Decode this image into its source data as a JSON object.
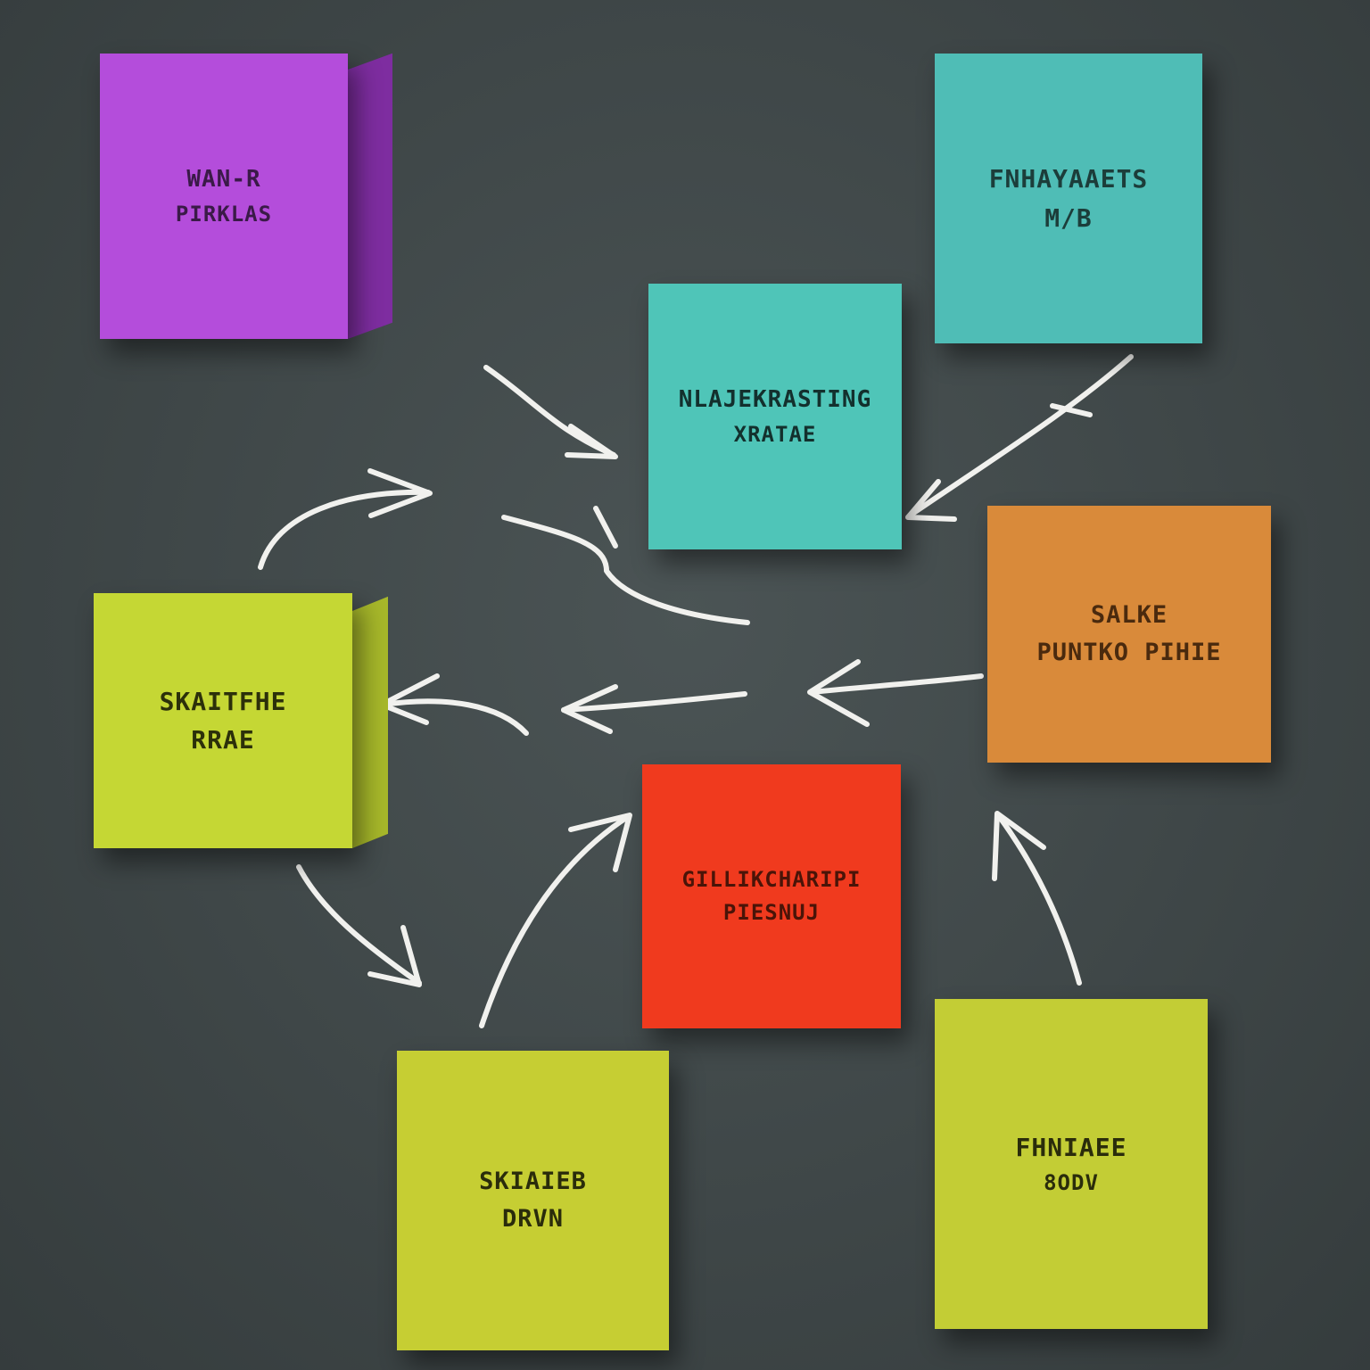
{
  "background_color": "#414949",
  "arrow_color": "#f1f1ee",
  "blocks": {
    "purple": {
      "color": "#b44ddb",
      "line1": "WAN-R",
      "line2": "PIRKLAS"
    },
    "teal_top": {
      "color": "#4fbdb6",
      "line1": "FNHAYAAETS",
      "line2": "M/B"
    },
    "teal_mid": {
      "color": "#4fc5b8",
      "line1": "NLAJEKRASTING",
      "line2": "XRATAE"
    },
    "orange": {
      "color": "#d98a3a",
      "line1": "SALKE",
      "line2": "PUNTKO PIHIE"
    },
    "lime_left": {
      "color": "#c5d734",
      "line1": "SKAITFHE",
      "line2": "RRAE"
    },
    "red": {
      "color": "#f03a1e",
      "line1": "GILLIKCHARIPI",
      "line2": "PIESNUJ"
    },
    "yellow_bottom": {
      "color": "#c6ce33",
      "line1": "SKIAIEB",
      "line2": "DRVN"
    },
    "yellow_right": {
      "color": "#c3cd35",
      "line1": "FHNIAEE",
      "line2": "8ODV"
    }
  }
}
